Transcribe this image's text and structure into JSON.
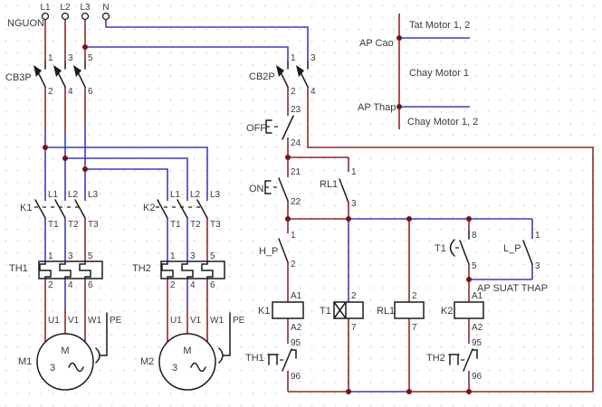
{
  "colors": {
    "wire_phase": "#8b2b2b",
    "wire_neutral": "#3d3dc2",
    "junction": "#7a1212",
    "symbol": "#1c1c1c",
    "text": "#3a3a3a",
    "background": "#ffffff",
    "grid_dot": "#dcdcdc"
  },
  "power": {
    "source_label": "NGUON",
    "terminals": [
      "L1",
      "L2",
      "L3",
      "N"
    ],
    "cb3p": {
      "label": "CB3P",
      "pins_top": [
        "1",
        "3",
        "5"
      ],
      "pins_bottom": [
        "2",
        "4",
        "6"
      ]
    },
    "k1": {
      "label": "K1",
      "pins_top": [
        "L1",
        "L2",
        "L3"
      ],
      "pins_bottom": [
        "T1",
        "T2",
        "T3"
      ]
    },
    "k2": {
      "label": "K2",
      "pins_top": [
        "L1",
        "L2",
        "L3"
      ],
      "pins_bottom": [
        "T1",
        "T2",
        "T3"
      ]
    },
    "th1": {
      "label": "TH1",
      "pins_top": [
        "1",
        "3",
        "5"
      ],
      "pins_bottom": [
        "2",
        "4",
        "6"
      ]
    },
    "th2": {
      "label": "TH2",
      "pins_top": [
        "1",
        "3",
        "5"
      ],
      "pins_bottom": [
        "2",
        "4",
        "6"
      ]
    },
    "m1": {
      "label": "M1",
      "pins": [
        "U1",
        "V1",
        "W1"
      ],
      "pe": "PE",
      "letter": "M",
      "phases": "3"
    },
    "m2": {
      "label": "M2",
      "pins": [
        "U1",
        "V1",
        "W1"
      ],
      "pe": "PE",
      "letter": "M",
      "phases": "3"
    }
  },
  "control": {
    "cb2p": {
      "label": "CB2P",
      "pins_top": [
        "1",
        "3"
      ],
      "pins_bottom": [
        "2",
        "4"
      ]
    },
    "off_button": {
      "label": "OFF",
      "pin_top": "23",
      "pin_bottom": "24"
    },
    "on_button": {
      "label": "ON",
      "pin_top": "21",
      "pin_bottom": "22"
    },
    "rl1_contact": {
      "label": "RL1",
      "pin_top": "1",
      "pin_bottom": "3"
    },
    "hp_contact": {
      "label": "H_P",
      "pin_top": "1",
      "pin_bottom": "2"
    },
    "k1_coil": {
      "label": "K1",
      "pin_top": "A1",
      "pin_bottom": "A2"
    },
    "t1_coil": {
      "label": "T1",
      "pin_top": "2",
      "pin_bottom": "7"
    },
    "rl1_coil": {
      "label": "RL1",
      "pin_top": "2",
      "pin_bottom": "7"
    },
    "k2_coil": {
      "label": "K2",
      "pin_top": "A1",
      "pin_bottom": "A2"
    },
    "t1_contact": {
      "label": "T1",
      "pin_top": "8",
      "pin_bottom": "5"
    },
    "lp_contact": {
      "label": "L_P",
      "pin_top": "1",
      "pin_bottom": "3"
    },
    "th1_contact": {
      "label": "TH1",
      "pin_top": "95",
      "pin_bottom": "96"
    },
    "th2_contact": {
      "label": "TH2",
      "pin_top": "95",
      "pin_bottom": "96"
    },
    "pressure_note": "AP SUAT THAP"
  },
  "legend": {
    "tat_motor": "Tat Motor 1, 2",
    "ap_cao": "AP Cao",
    "chay_motor_1": "Chay Motor 1",
    "ap_thap": "AP Thap",
    "chay_motor_12": "Chay Motor 1, 2"
  }
}
